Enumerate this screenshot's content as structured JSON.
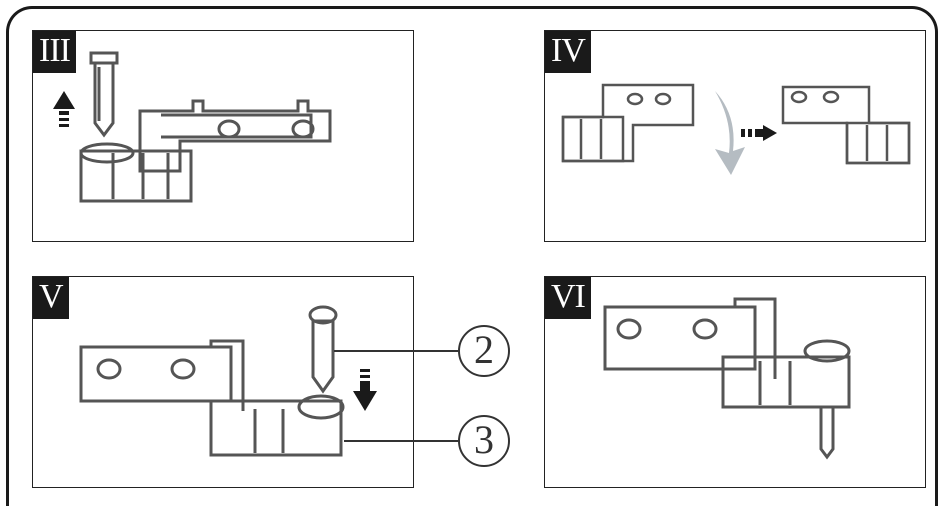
{
  "panels": [
    {
      "label": "III"
    },
    {
      "label": "IV"
    },
    {
      "label": "V"
    },
    {
      "label": "VI"
    }
  ],
  "callouts": [
    {
      "number": "2"
    },
    {
      "number": "3"
    }
  ],
  "colors": {
    "line": "#555555",
    "label_bg": "#1a1a1a",
    "rotation_arrow": "#b5bcc2"
  }
}
